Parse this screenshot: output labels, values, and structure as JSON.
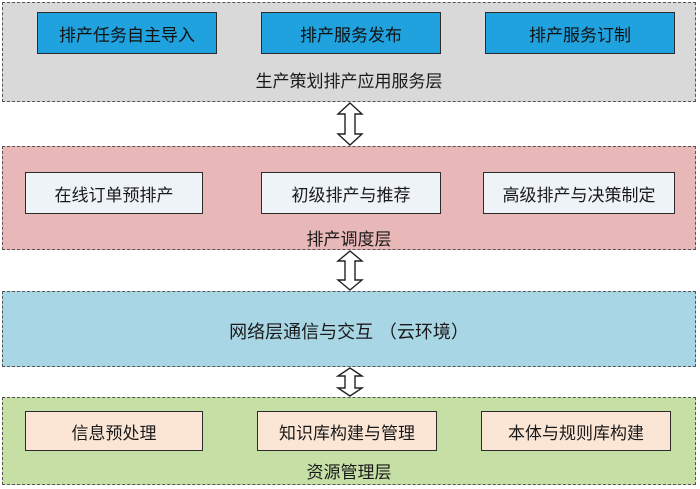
{
  "layers": [
    {
      "label": "生产策划排产应用服务层",
      "boxes": [
        "排产任务自主导入",
        "排产服务发布",
        "排产服务订制"
      ],
      "color": "#d9d9d9"
    },
    {
      "label": "排产调度层",
      "boxes": [
        "在线订单预排产",
        "初级排产与推荐",
        "高级排产与决策制定"
      ],
      "color": "#e8b7b7"
    },
    {
      "label": "网络层通信与交互 （云环境）",
      "boxes": [],
      "color": "#a9d6e5"
    },
    {
      "label": "资源管理层",
      "boxes": [
        "信息预处理",
        "知识库构建与管理",
        "本体与规则库构建"
      ],
      "color": "#c5dfa5"
    }
  ],
  "connectors": [
    "double-arrow-icon",
    "double-arrow-icon",
    "double-arrow-icon"
  ],
  "box_colors": {
    "layer1": "#1fa2dd",
    "layer2": "#eef3f8",
    "layer4": "#fbe6d6"
  }
}
